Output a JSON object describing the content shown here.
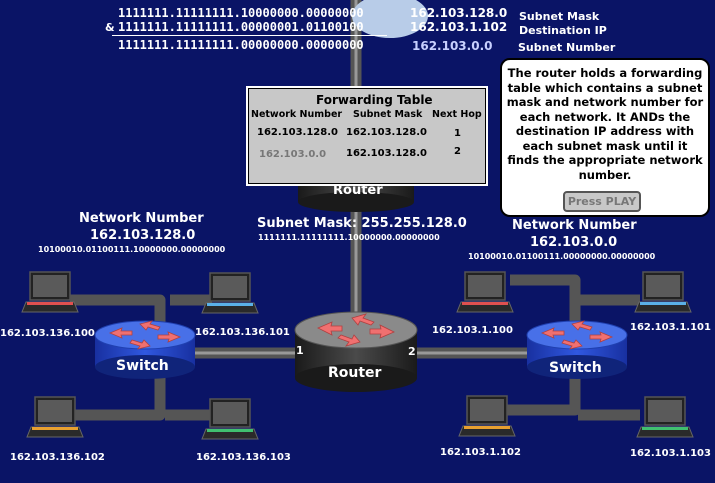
{
  "calc": {
    "mask_bin": "1111111.11111111.10000000.00000000",
    "mask_ip": "162.103.128.0",
    "mask_label": "Subnet Mask",
    "and_symbol": "&",
    "dest_bin": "1111111.11111111.00000001.01100100",
    "dest_ip": "162.103.1.102",
    "dest_label": "Destination IP",
    "result_bin": "1111111.11111111.00000000.00000000",
    "result_ip": "162.103.0.0",
    "result_label": "Subnet Number"
  },
  "forwarding_table": {
    "title": "Forwarding Table",
    "headers": [
      "Network Number",
      "Subnet Mask",
      "Next Hop"
    ],
    "rows": [
      {
        "network": "162.103.128.0",
        "mask": "162.103.128.0",
        "hop": "1"
      },
      {
        "network": "162.103.0.0",
        "mask": "162.103.128.0",
        "hop": "2"
      }
    ]
  },
  "explanation": {
    "text": "The router holds a forwarding table  which contains a subnet mask and network number for each network. It ANDs the destination IP address with each subnet mask until it finds the appropriate network number.",
    "play_label": "Press PLAY"
  },
  "upper_router": {
    "label": "Router"
  },
  "subnet_mask": {
    "label": "Subnet Mask: 255.255.128.0",
    "bin": "1111111.11111111.10000000.00000000"
  },
  "left_network": {
    "label": "Network Number",
    "ip": "162.103.128.0",
    "bin": "10100010.01100111.10000000.00000000"
  },
  "right_network": {
    "label": "Network Number",
    "ip": "162.103.0.0",
    "bin": "10100010.01100111.00000000.00000000"
  },
  "router": {
    "label": "Router",
    "port1": "1",
    "port2": "2"
  },
  "left_switch": {
    "label": "Switch"
  },
  "right_switch": {
    "label": "Switch"
  },
  "hosts": {
    "lt": {
      "ip": "162.103.136.100",
      "color": "#e05050"
    },
    "lr": {
      "ip": "162.103.136.101",
      "color": "#5ab0e8"
    },
    "lb": {
      "ip": "162.103.136.102",
      "color": "#e8a030"
    },
    "lbr": {
      "ip": "162.103.136.103",
      "color": "#40c070"
    },
    "rl": {
      "ip": "162.103.1.100",
      "color": "#e05050"
    },
    "rt": {
      "ip": "162.103.1.101",
      "color": "#5ab0e8"
    },
    "rb": {
      "ip": "162.103.1.102",
      "color": "#e8a030"
    },
    "rbr": {
      "ip": "162.103.1.103",
      "color": "#40c070"
    }
  },
  "colors": {
    "background": "#0a1466",
    "switch": "#2848c8",
    "router": "#333333",
    "arrow": "#f07070",
    "table": "#c8c8c8"
  }
}
